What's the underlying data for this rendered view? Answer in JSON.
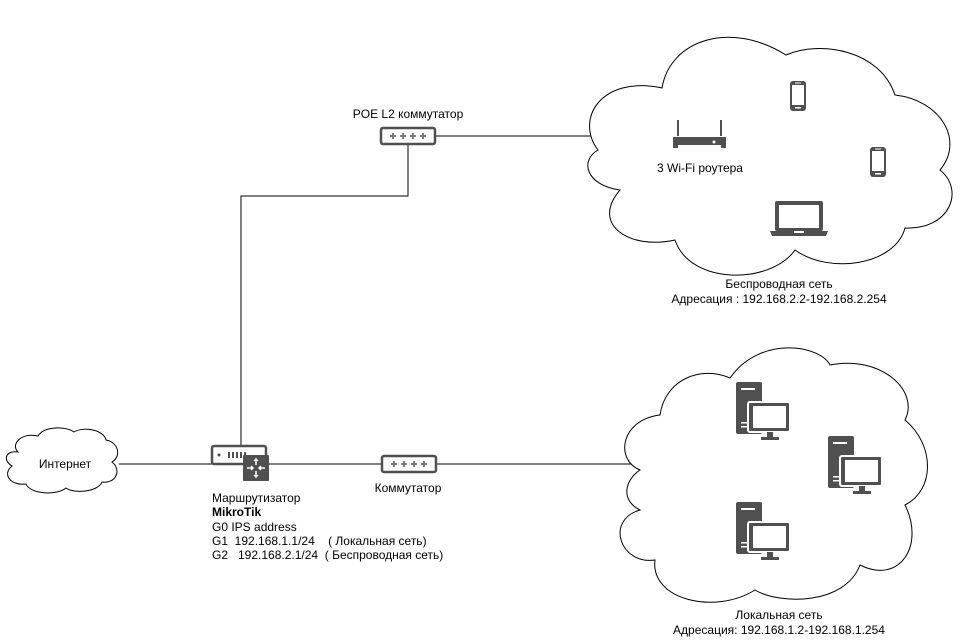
{
  "colors": {
    "icon": "#505050",
    "line": "#000000",
    "background": "#ffffff"
  },
  "nodes": {
    "internet": {
      "label": "Интернет",
      "icon": "cloud-icon"
    },
    "poe_switch": {
      "label": "POE L2 коммутатор",
      "icon": "switch-icon"
    },
    "wifi_router": {
      "label": "3 Wi-Fi роутера",
      "icon": "wifi-router-icon"
    },
    "wireless_net": {
      "title": "Беспроводная сеть",
      "addressing": "Адресация : 192.168.2.2-192.168.2.254",
      "devices": [
        "smartphone-icon",
        "smartphone-icon",
        "laptop-icon"
      ]
    },
    "router": {
      "label": "Маршрутизатор",
      "model": "MikroTik",
      "lines": [
        "G0 IPS address",
        "G1  192.168.1.1/24    ( Локальная сеть)",
        "G2   192.168.2.1/24  ( Беспроводная сеть)"
      ],
      "icon": "router-icon"
    },
    "switch": {
      "label": "Коммутатор",
      "icon": "switch-icon"
    },
    "local_net": {
      "title": "Локальная сеть",
      "addressing": "Адресация: 192.168.1.2-192.168.1.254",
      "devices": [
        "workstation-icon",
        "workstation-icon",
        "workstation-icon"
      ]
    }
  }
}
